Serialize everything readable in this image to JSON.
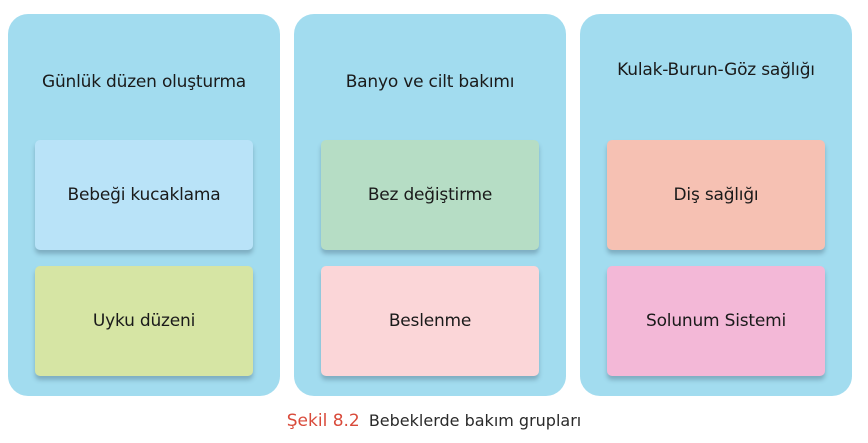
{
  "groups": [
    {
      "title": "Günlük düzen oluşturma",
      "items": [
        {
          "label": "Bebeği kucaklama",
          "color": "#b9e3f8"
        },
        {
          "label": "Uyku düzeni",
          "color": "#d6e5a4"
        }
      ]
    },
    {
      "title": "Banyo ve cilt bakımı",
      "items": [
        {
          "label": "Bez değiştirme",
          "color": "#b6ddc5"
        },
        {
          "label": "Beslenme",
          "color": "#fbd6d8"
        }
      ]
    },
    {
      "title": "Kulak-Burun-Göz sağlığı",
      "items": [
        {
          "label": "Diş sağlığı",
          "color": "#f6c1b3"
        },
        {
          "label": "Solunum Sistemi",
          "color": "#f3b8d7"
        }
      ]
    }
  ],
  "panel_color": "#a2dcef",
  "caption": {
    "number": "Şekil 8.2",
    "text": "Bebeklerde bakım grupları",
    "number_color": "#d94a3a"
  }
}
